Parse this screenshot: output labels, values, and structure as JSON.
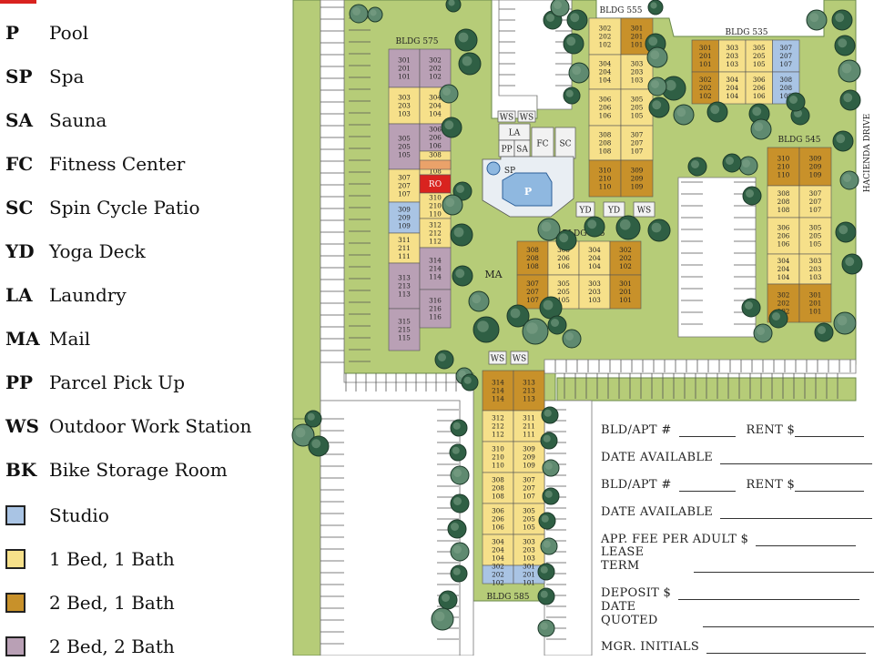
{
  "legend": {
    "items": [
      {
        "abbr": "P",
        "label": "Pool"
      },
      {
        "abbr": "SP",
        "label": "Spa"
      },
      {
        "abbr": "SA",
        "label": "Sauna"
      },
      {
        "abbr": "FC",
        "label": "Fitness Center"
      },
      {
        "abbr": "SC",
        "label": "Spin Cycle Patio"
      },
      {
        "abbr": "YD",
        "label": "Yoga Deck"
      },
      {
        "abbr": "LA",
        "label": "Laundry"
      },
      {
        "abbr": "MA",
        "label": "Mail"
      },
      {
        "abbr": "PP",
        "label": "Parcel Pick Up"
      },
      {
        "abbr": "WS",
        "label": "Outdoor Work Station"
      },
      {
        "abbr": "BK",
        "label": "Bike Storage Room"
      }
    ],
    "unit_types": [
      {
        "label": "Studio",
        "color": "#a9c4e4"
      },
      {
        "label": "1 Bed, 1 Bath",
        "color": "#f6e08a"
      },
      {
        "label": "2 Bed, 1 Bath",
        "color": "#c8912a"
      },
      {
        "label": "2 Bed, 2 Bath",
        "color": "#b9a0b5"
      }
    ]
  },
  "colors": {
    "grass": "#b6cc78",
    "road": "#ffffff",
    "tree_dark": "#2f5f44",
    "tree_light": "#5f8a70",
    "pool": "#8fb8e0",
    "red": "#d9231f",
    "orange": "#eaa26a"
  },
  "map": {
    "street_label": "HACIENDA DRIVE",
    "pool_label": "P",
    "spa_label": "SP",
    "mail_label": "MA",
    "amenities": [
      {
        "label": "WS"
      },
      {
        "label": "WS"
      },
      {
        "label": "LA"
      },
      {
        "label": "PP"
      },
      {
        "label": "SA"
      },
      {
        "label": "FC"
      },
      {
        "label": "SC"
      },
      {
        "label": "YD"
      },
      {
        "label": "YD"
      },
      {
        "label": "WS"
      },
      {
        "label": "WS"
      },
      {
        "label": "WS"
      },
      {
        "label": "RO"
      }
    ],
    "buildings": [
      {
        "name": "BLDG 575",
        "cols": [
          [
            {
              "u": "301\n201\n101",
              "t": "2b2b"
            },
            {
              "u": "303\n203\n103",
              "t": "1b"
            },
            {
              "u": "305\n205\n105",
              "t": "2b2b"
            },
            {
              "u": "307\n207\n107",
              "t": "1b"
            },
            {
              "u": "309\n209\n109",
              "t": "studio"
            },
            {
              "u": "311\n211\n111",
              "t": "1b"
            },
            {
              "u": "313\n213\n113",
              "t": "2b2b"
            },
            {
              "u": "315\n215\n115",
              "t": "2b2b"
            }
          ],
          [
            {
              "u": "302\n202\n102",
              "t": "2b2b"
            },
            {
              "u": "304\n204\n104",
              "t": "1b"
            },
            {
              "u": "306\n206\n106",
              "t": "2b2b"
            },
            {
              "u": "308\n208\n108",
              "t": "1b"
            },
            {
              "u": "RO",
              "t": "red"
            },
            {
              "u": "310\n210\n110",
              "t": "1b"
            },
            {
              "u": "312\n212\n112",
              "t": "1b"
            },
            {
              "u": "314\n214\n114",
              "t": "2b2b"
            },
            {
              "u": "316\n216\n116",
              "t": "2b2b"
            }
          ]
        ]
      },
      {
        "name": "BLDG 555",
        "cols": [
          [
            {
              "u": "302\n202\n102",
              "t": "1b"
            },
            {
              "u": "304\n204\n104",
              "t": "1b"
            },
            {
              "u": "306\n206\n106",
              "t": "1b"
            },
            {
              "u": "308\n208\n108",
              "t": "1b"
            },
            {
              "u": "310\n210\n110",
              "t": "2b1b"
            }
          ],
          [
            {
              "u": "301\n201\n101",
              "t": "2b1b"
            },
            {
              "u": "303\n203\n103",
              "t": "1b"
            },
            {
              "u": "305\n205\n105",
              "t": "1b"
            },
            {
              "u": "307\n207\n107",
              "t": "1b"
            },
            {
              "u": "309\n209\n109",
              "t": "2b1b"
            }
          ]
        ]
      },
      {
        "name": "BLDG 535",
        "rows": [
          [
            {
              "u": "301\n201\n101",
              "t": "2b1b"
            },
            {
              "u": "303\n203\n103",
              "t": "1b"
            },
            {
              "u": "305\n205\n105",
              "t": "1b"
            },
            {
              "u": "307\n207\n107",
              "t": "studio"
            }
          ],
          [
            {
              "u": "302\n202\n102",
              "t": "2b1b"
            },
            {
              "u": "304\n204\n104",
              "t": "1b"
            },
            {
              "u": "306\n206\n106",
              "t": "1b"
            },
            {
              "u": "308\n208\n108",
              "t": "studio"
            }
          ]
        ]
      },
      {
        "name": "BLDG 545",
        "cols": [
          [
            {
              "u": "310\n210\n110",
              "t": "2b1b"
            },
            {
              "u": "308\n208\n108",
              "t": "1b"
            },
            {
              "u": "306\n206\n106",
              "t": "1b"
            },
            {
              "u": "304\n204\n104",
              "t": "1b"
            },
            {
              "u": "302\n202\n102",
              "t": "2b1b"
            }
          ],
          [
            {
              "u": "309\n209\n109",
              "t": "2b1b"
            },
            {
              "u": "307\n207\n107",
              "t": "1b"
            },
            {
              "u": "305\n205\n105",
              "t": "1b"
            },
            {
              "u": "303\n203\n103",
              "t": "1b"
            },
            {
              "u": "301\n201\n101",
              "t": "2b1b"
            }
          ]
        ]
      },
      {
        "name": "BLDG 565",
        "rows": [
          [
            {
              "u": "308\n208\n108",
              "t": "2b1b"
            },
            {
              "u": "306\n206\n106",
              "t": "1b"
            },
            {
              "u": "304\n204\n104",
              "t": "1b"
            },
            {
              "u": "302\n202\n102",
              "t": "2b1b"
            }
          ],
          [
            {
              "u": "307\n207\n107",
              "t": "2b1b"
            },
            {
              "u": "305\n205\n105",
              "t": "1b"
            },
            {
              "u": "303\n203\n103",
              "t": "1b"
            },
            {
              "u": "301\n201\n101",
              "t": "2b1b"
            }
          ]
        ]
      },
      {
        "name": "BLDG 585",
        "cols": [
          [
            {
              "u": "314\n214\n114",
              "t": "2b1b"
            },
            {
              "u": "312\n212\n112",
              "t": "1b"
            },
            {
              "u": "310\n210\n110",
              "t": "1b"
            },
            {
              "u": "308\n208\n108",
              "t": "1b"
            },
            {
              "u": "306\n206\n106",
              "t": "1b"
            },
            {
              "u": "304\n204\n104",
              "t": "1b"
            },
            {
              "u": "302\n202\n102",
              "t": "studio"
            }
          ],
          [
            {
              "u": "313\n213\n113",
              "t": "2b1b"
            },
            {
              "u": "311\n211\n111",
              "t": "1b"
            },
            {
              "u": "309\n209\n109",
              "t": "1b"
            },
            {
              "u": "307\n207\n107",
              "t": "1b"
            },
            {
              "u": "305\n205\n105",
              "t": "1b"
            },
            {
              "u": "303\n203\n103",
              "t": "1b"
            },
            {
              "u": "301\n201\n101",
              "t": "studio"
            }
          ]
        ]
      }
    ]
  },
  "form": {
    "rows": [
      {
        "label": "BLD/APT #",
        "label2": "RENT $"
      },
      {
        "label": "DATE AVAILABLE"
      },
      {
        "label": "BLD/APT #",
        "label2": "RENT $"
      },
      {
        "label": "DATE AVAILABLE"
      },
      {
        "label": "APP. FEE PER ADULT  $"
      },
      {
        "label": "LEASE TERM"
      },
      {
        "label": "DEPOSIT  $"
      },
      {
        "label": "DATE QUOTED"
      },
      {
        "label": "MGR. INITIALS"
      }
    ]
  }
}
